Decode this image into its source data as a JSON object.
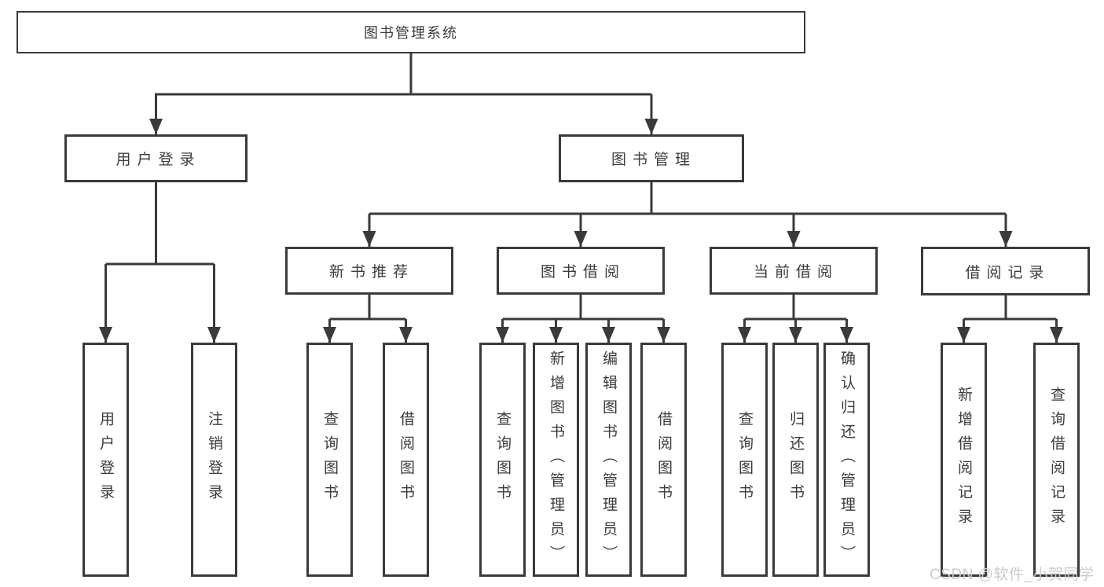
{
  "tree": {
    "root": "图书管理系统",
    "children": [
      {
        "label": "用户登录",
        "children": [
          {
            "label": "用户登录"
          },
          {
            "label": "注销登录"
          }
        ]
      },
      {
        "label": "图书管理",
        "children": [
          {
            "label": "新书推荐",
            "children": [
              {
                "label": "查询图书"
              },
              {
                "label": "借阅图书"
              }
            ]
          },
          {
            "label": "图书借阅",
            "children": [
              {
                "label": "查询图书"
              },
              {
                "label": "新增图书（管理员）"
              },
              {
                "label": "编辑图书（管理员）"
              },
              {
                "label": "借阅图书"
              }
            ]
          },
          {
            "label": "当前借阅",
            "children": [
              {
                "label": "查询图书"
              },
              {
                "label": "归还图书"
              },
              {
                "label": "确认归还（管理员）"
              }
            ]
          },
          {
            "label": "借阅记录",
            "children": [
              {
                "label": "新增借阅记录"
              },
              {
                "label": "查询借阅记录"
              }
            ]
          }
        ]
      }
    ]
  },
  "watermark": "CSDN @软件_小贺同学",
  "colors": {
    "line": "#3a3a3a",
    "box_border": "#3a3a3a",
    "box_fill": "#ffffff",
    "text": "#3c3c3c",
    "watermark": "#cbcbcb"
  }
}
